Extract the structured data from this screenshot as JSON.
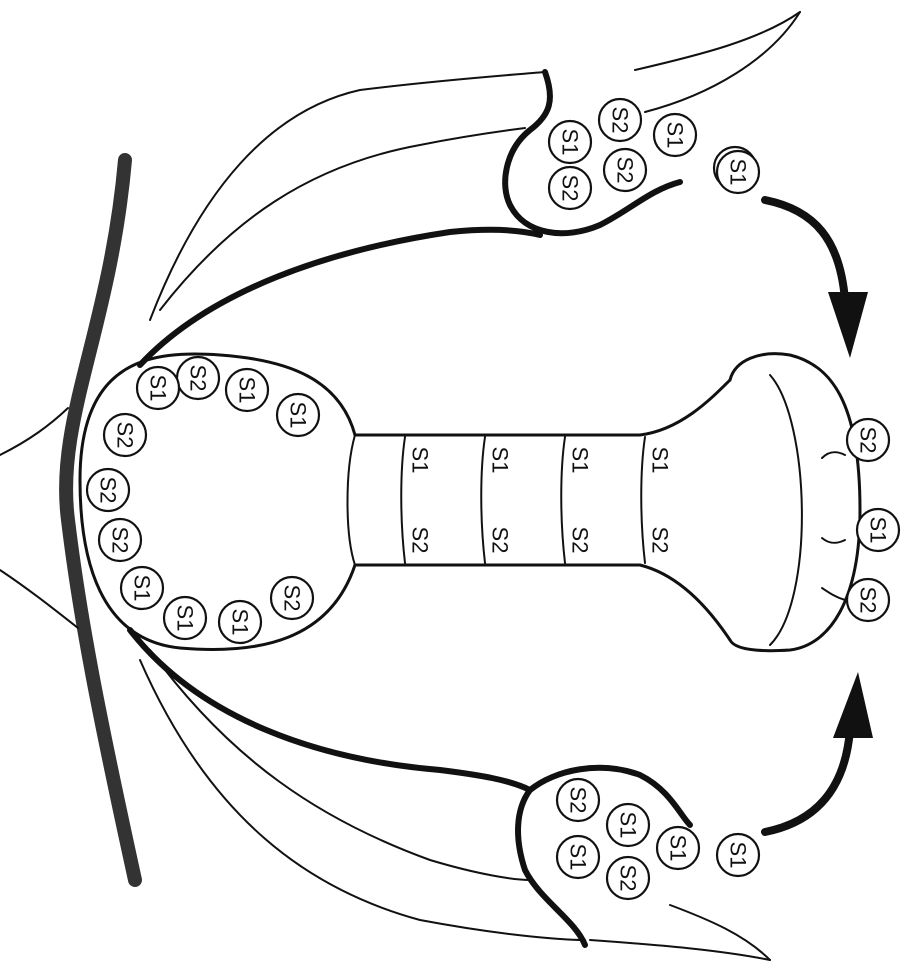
{
  "diagram": {
    "allele_a": "S1",
    "allele_b": "S2",
    "pollen_top": [
      "S2",
      "S1",
      "S2",
      "S2",
      "S1",
      "S1"
    ],
    "pollen_top_free": "S1",
    "pollen_bottom": [
      "S2",
      "S1",
      "S1",
      "S1",
      "S2"
    ],
    "pollen_bottom_free": "S1",
    "ovary_ovules": [
      "S2",
      "S1",
      "S1",
      "S1",
      "S2",
      "S2",
      "S2",
      "S1",
      "S1",
      "S1",
      "S2"
    ],
    "style_bands": [
      {
        "a": "S1",
        "b": "S2"
      },
      {
        "a": "S1",
        "b": "S2"
      },
      {
        "a": "S1",
        "b": "S2"
      },
      {
        "a": "S1",
        "b": "S2"
      }
    ],
    "stigma_pollen": [
      "S2",
      "S1",
      "S2"
    ],
    "colors": {
      "ink": "#111111",
      "background": "#ffffff"
    }
  }
}
